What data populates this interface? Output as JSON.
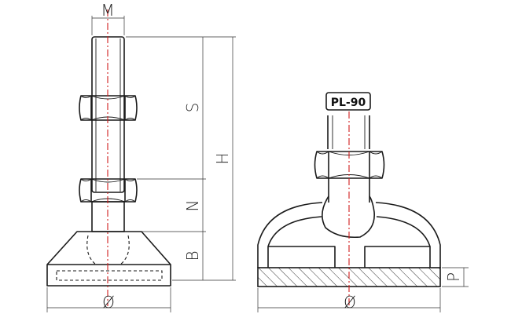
{
  "dimension_labels": {
    "m": "M",
    "s": "S",
    "h": "H",
    "n": "N",
    "b": "B",
    "p": "P",
    "dia_left": "Ø",
    "dia_right": "Ø"
  },
  "model_tag": "PL-90",
  "colors": {
    "outline": "#1a1a1a",
    "centerline": "#d01c1c"
  }
}
